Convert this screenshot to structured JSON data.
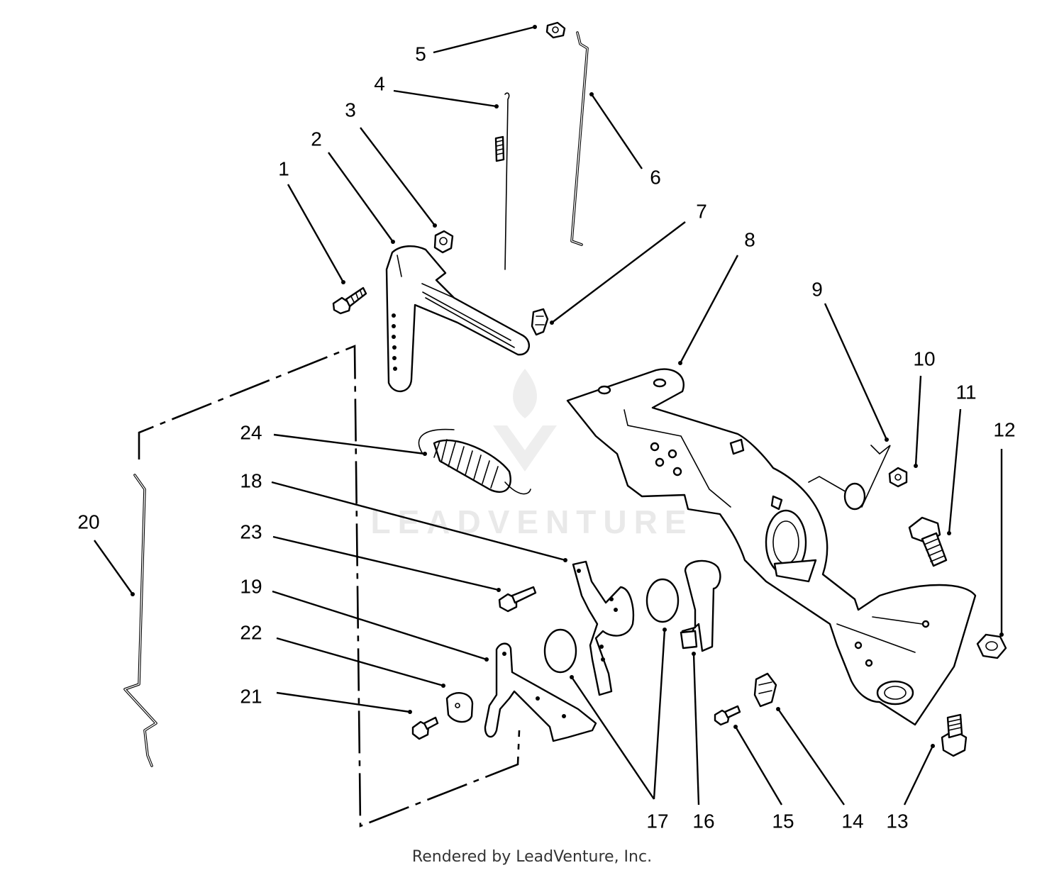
{
  "callouts": [
    {
      "id": "1",
      "label": "1"
    },
    {
      "id": "2",
      "label": "2"
    },
    {
      "id": "3",
      "label": "3"
    },
    {
      "id": "4",
      "label": "4"
    },
    {
      "id": "5",
      "label": "5"
    },
    {
      "id": "6",
      "label": "6"
    },
    {
      "id": "7",
      "label": "7"
    },
    {
      "id": "8",
      "label": "8"
    },
    {
      "id": "9",
      "label": "9"
    },
    {
      "id": "10",
      "label": "10"
    },
    {
      "id": "11",
      "label": "11"
    },
    {
      "id": "12",
      "label": "12"
    },
    {
      "id": "13",
      "label": "13"
    },
    {
      "id": "14",
      "label": "14"
    },
    {
      "id": "15",
      "label": "15"
    },
    {
      "id": "16",
      "label": "16"
    },
    {
      "id": "17",
      "label": "17"
    },
    {
      "id": "18",
      "label": "18"
    },
    {
      "id": "19",
      "label": "19"
    },
    {
      "id": "20",
      "label": "20"
    },
    {
      "id": "21",
      "label": "21"
    },
    {
      "id": "22",
      "label": "22"
    },
    {
      "id": "23",
      "label": "23"
    },
    {
      "id": "24",
      "label": "24"
    }
  ],
  "watermark": {
    "text": "LEADVENTURE"
  },
  "footer": {
    "text": "Rendered by LeadVenture, Inc."
  },
  "colors": {
    "ink": "#000000",
    "background": "#ffffff",
    "watermark": "#e9e9e9"
  }
}
